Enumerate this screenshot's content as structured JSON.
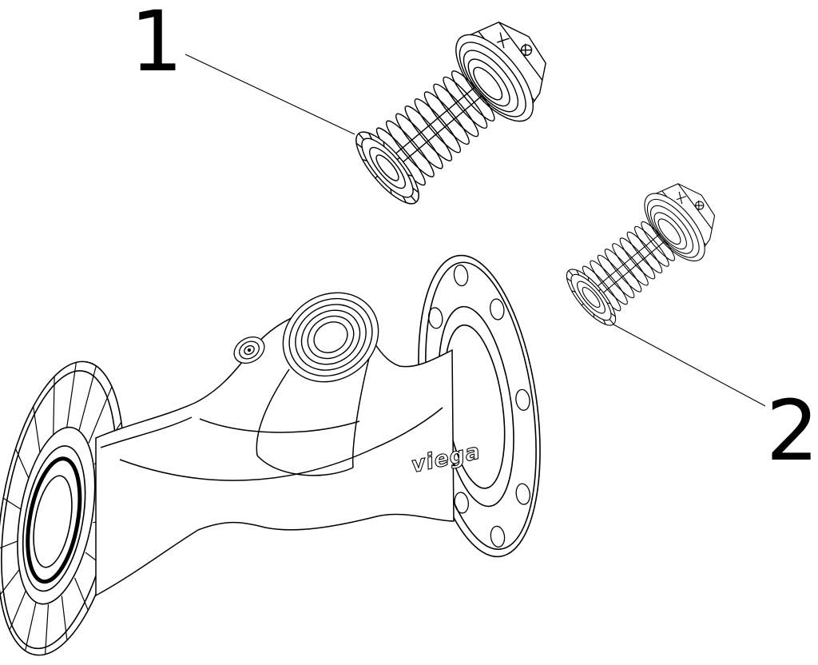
{
  "diagram": {
    "background": "#ffffff",
    "line_color": "#000000",
    "brand_label": "viega",
    "callouts": [
      {
        "label": "1",
        "target": "spring-cartridge-1"
      },
      {
        "label": "2",
        "target": "spring-cartridge-2"
      }
    ]
  }
}
